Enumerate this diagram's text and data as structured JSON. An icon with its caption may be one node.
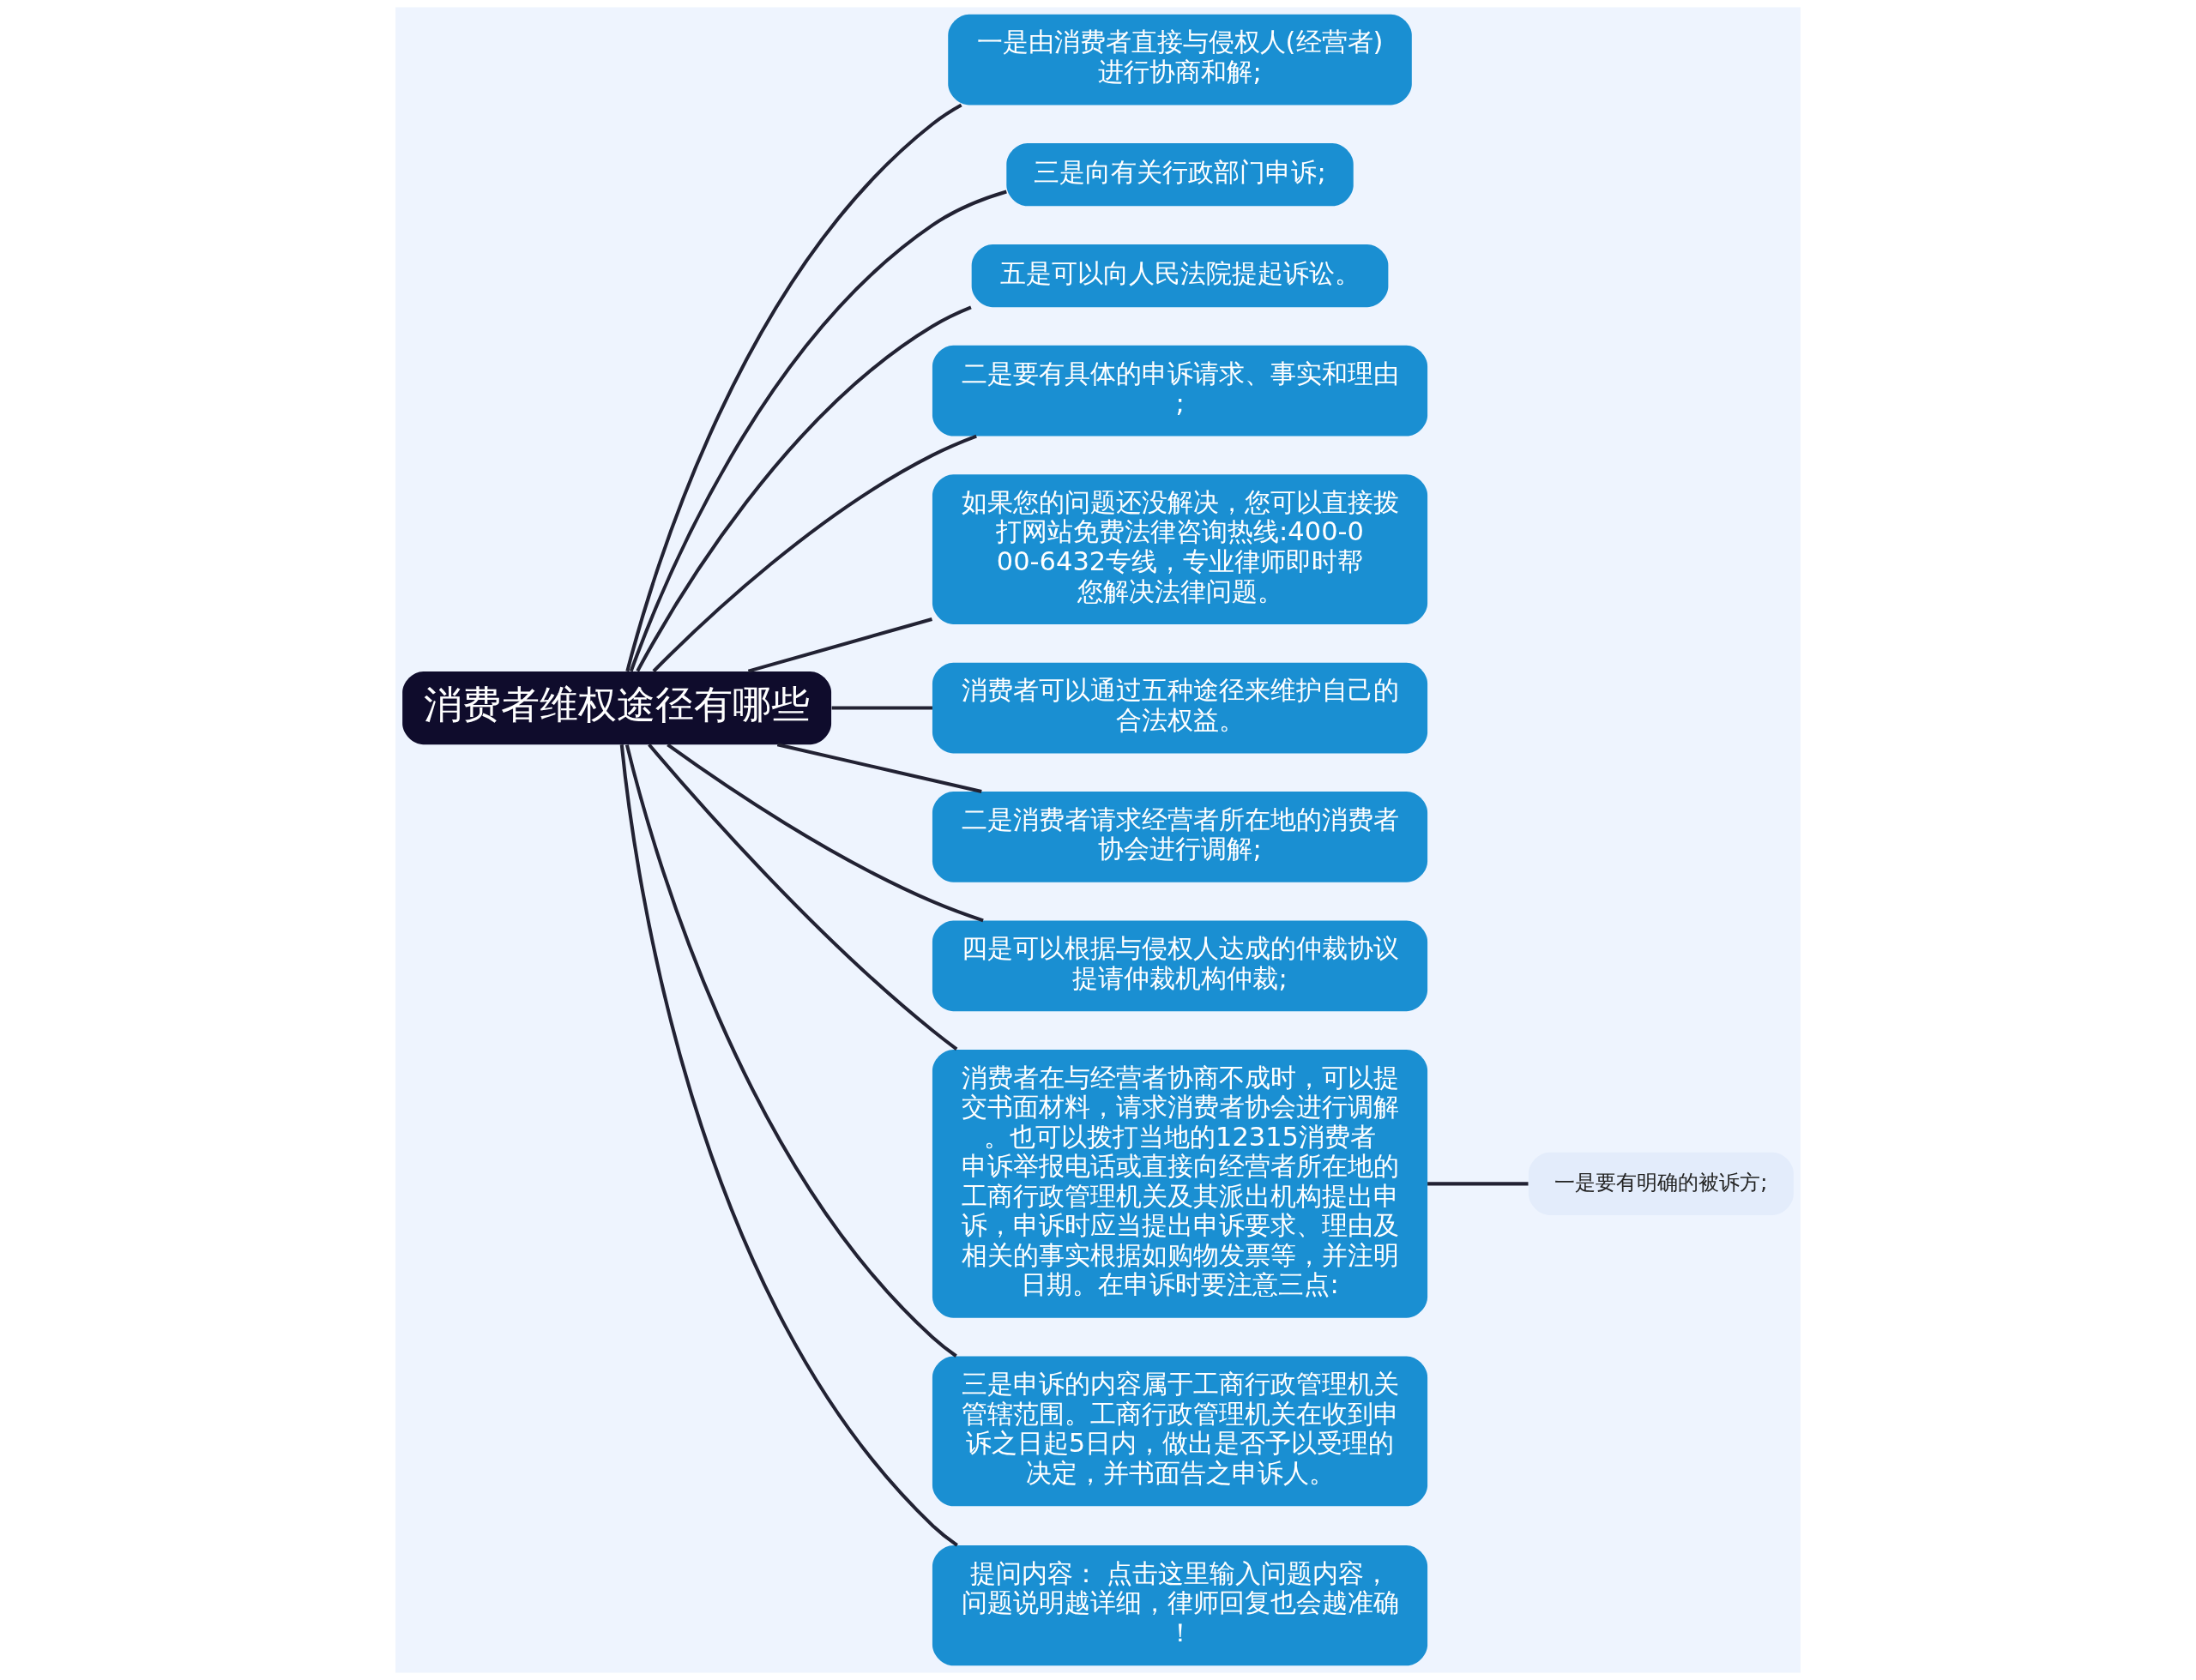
{
  "diagram": {
    "nodes": [
      {
        "text": [
          "消费者维权途径有哪些"
        ]
      },
      {
        "text": [
          "一是由消费者直接与侵权人(经营者)进行协商和解;"
        ]
      },
      {
        "text": [
          "三是向有关行政部门申诉;"
        ]
      },
      {
        "text": [
          "五是可以向人民法院提起诉讼。"
        ]
      },
      {
        "text": [
          "二是要有具体的申诉请求、事实和理由;"
        ]
      },
      {
        "text": [
          "如果您的问题还没解决，您可以直接拨打网站免费法律咨询热线:400-000-6432专线，专业律师即时帮您解决法律问题。"
        ]
      },
      {
        "text": [
          "消费者可以通过五种途径来维护自己的合法权益。"
        ]
      },
      {
        "text": [
          "二是消费者请求经营者所在地的消费者协会进行调解;"
        ]
      },
      {
        "text": [
          "四是可以根据与侵权人达成的仲裁协议提请仲裁机构仲裁;"
        ]
      },
      {
        "text": [
          "消费者在与经营者协商不成时，可以提交书面材料，请求消费者协会进行调解。也可以拨打当地的12315消费者申诉举报电话或直接向经营者所在地的工商行政管理机关及其派出机构提出申诉，申诉时应当提出申诉要求、理由及相关的事实根据如购物发票等，并注明日期。在申诉时要注意三点:"
        ]
      },
      {
        "text": [
          "三是申诉的内容属于工商行政管理机关管辖范围。工商行政管理机关在收到申诉之日起5日内，做出是否予以受理的决定，并书面告之申诉人。"
        ]
      },
      {
        "text": [
          "提问内容： 点击这里输入问题内容，问题说明越详细，律师回复也会越准确！"
        ]
      },
      {
        "text": [
          "一是要有明确的被诉方;"
        ]
      }
    ],
    "edges": [
      {
        "from": 0,
        "to": 1,
        "arrow": "none"
      },
      {
        "from": 0,
        "to": 2,
        "arrow": "none"
      },
      {
        "from": 0,
        "to": 3,
        "arrow": "none"
      },
      {
        "from": 0,
        "to": 4,
        "arrow": "none"
      },
      {
        "from": 0,
        "to": 5,
        "arrow": "none"
      },
      {
        "from": 0,
        "to": 6,
        "arrow": "none"
      },
      {
        "from": 0,
        "to": 7,
        "arrow": "none"
      },
      {
        "from": 0,
        "to": 8,
        "arrow": "none"
      },
      {
        "from": 0,
        "to": 9,
        "arrow": "none"
      },
      {
        "from": 0,
        "to": 10,
        "arrow": "none"
      },
      {
        "from": 0,
        "to": 11,
        "arrow": "none"
      },
      {
        "from": 9,
        "to": 12,
        "arrow": "none"
      }
    ]
  }
}
